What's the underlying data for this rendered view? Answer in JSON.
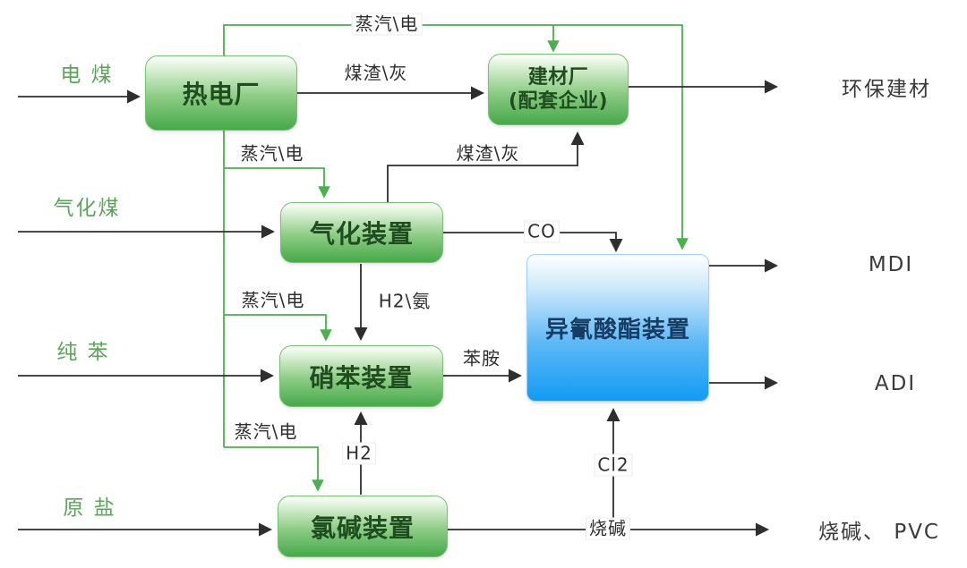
{
  "diagram": {
    "title_hint": "coal chemical industry chain flow diagram",
    "colors": {
      "node_green": "#46a94a",
      "node_blue": "#129bf4",
      "line_black": "#3c3c3c",
      "line_green": "#4caf50",
      "input_text_green": "#5ba55b"
    },
    "nodes": {
      "thermal_plant": "热电厂",
      "building_materials_line1": "建材厂",
      "building_materials_line2": "(配套企业)",
      "gasification_unit": "气化装置",
      "nitrobenzene_unit": "硝苯装置",
      "chloralkali_unit": "氯碱装置",
      "isocyanate_unit": "异氰酸酯装置"
    },
    "inputs": {
      "electric_coal": "电 煤",
      "gasification_coal": "气化煤",
      "pure_benzene": "纯 苯",
      "raw_salt": "原 盐"
    },
    "outputs": {
      "eco_building_materials": "环保建材",
      "mdi": "MDI",
      "adi": "ADI",
      "caustic_pvc": "烧碱、 PVC"
    },
    "flows": {
      "steam_power": "蒸汽\\电",
      "coal_slag_ash": "煤渣\\灰",
      "co": "CO",
      "h2_ammonia": "H2\\氨",
      "aniline": "苯胺",
      "h2": "H2",
      "cl2": "Cl2",
      "caustic_soda": "烧碱"
    }
  }
}
